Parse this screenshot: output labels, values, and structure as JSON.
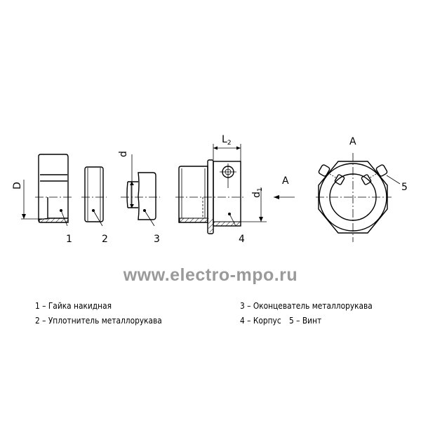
{
  "diagram": {
    "part_numbers": [
      "1",
      "2",
      "3",
      "4",
      "5"
    ],
    "dimension_labels": {
      "D": "D",
      "d": "d",
      "L2": "L",
      "L2_sub": "2",
      "d1": "d",
      "d1_sub": "1"
    },
    "view_labels": {
      "arrow": "A",
      "view": "A"
    }
  },
  "watermark": "www.electro-mpo.ru",
  "legend": [
    "1 – Гайка накидная",
    "2 – Уплотнитель металлорукава",
    "3 – Оконцеватель металлорукава",
    "4 – Корпус",
    "5 – Винт"
  ]
}
